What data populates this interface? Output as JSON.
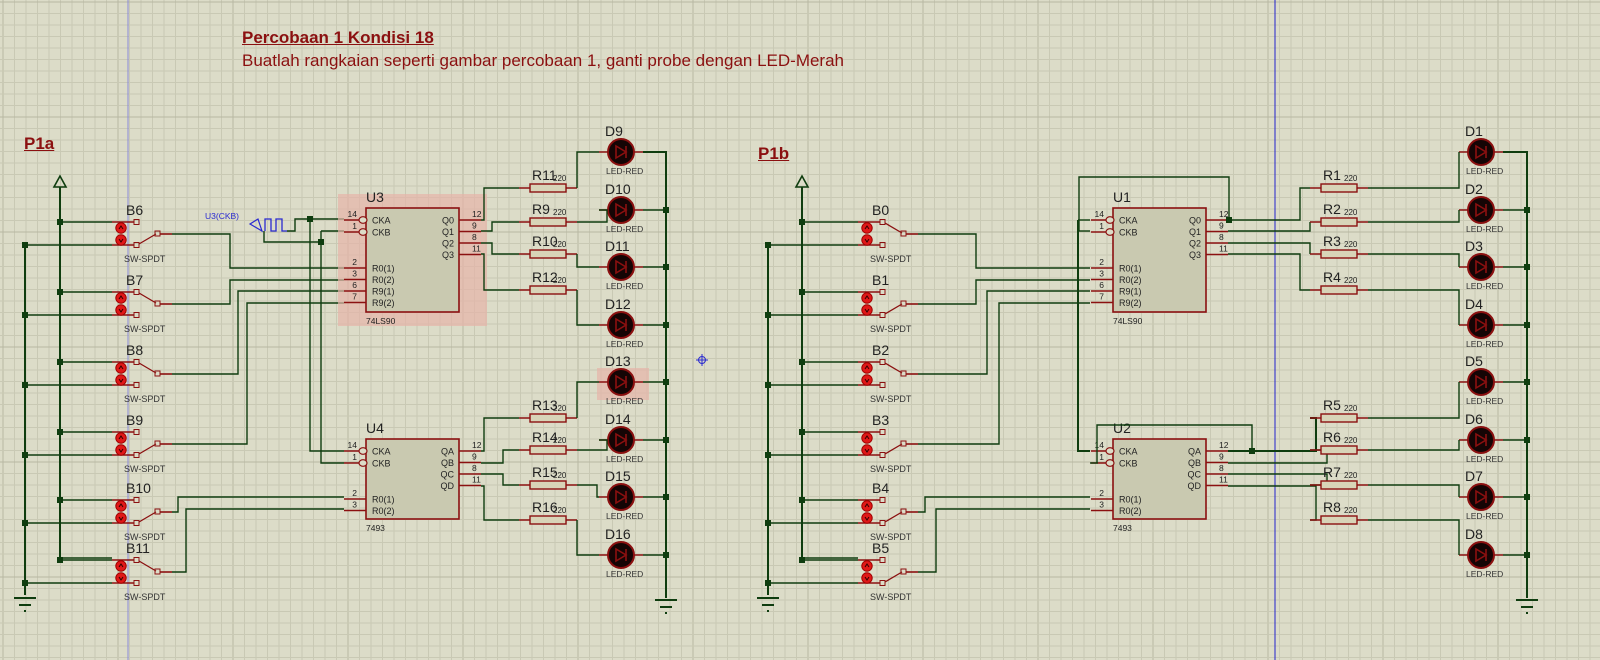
{
  "header": {
    "title": "Percobaan 1 Kondisi 18",
    "subtitle": "Buatlah rangkaian seperti gambar percobaan 1, ganti probe dengan LED-Merah"
  },
  "colors": {
    "background": "#dcdcc8",
    "grid_minor": "#c9c9b4",
    "grid_major": "#b8b8a2",
    "wire": "#0f3d0f",
    "component": "#8b1010",
    "chip_fill": "#c9c9b0",
    "led_fill": "#150505",
    "resistor_fill": "#d8d4b8",
    "text": "#222222",
    "probe": "#2a2ad0",
    "selection": "#e6b4a8"
  },
  "sections": [
    {
      "id": "P1a",
      "label": "P1a",
      "switches": [
        {
          "ref": "B6",
          "type": "SW-SPDT",
          "state": "down"
        },
        {
          "ref": "B7",
          "type": "SW-SPDT",
          "state": "up"
        },
        {
          "ref": "B8",
          "type": "SW-SPDT",
          "state": "up"
        },
        {
          "ref": "B9",
          "type": "SW-SPDT",
          "state": "down"
        },
        {
          "ref": "B10",
          "type": "SW-SPDT",
          "state": "down"
        },
        {
          "ref": "B11",
          "type": "SW-SPDT",
          "state": "up"
        }
      ],
      "chips": [
        {
          "ref": "U3",
          "part": "74LS90",
          "selected": true,
          "left_pins": [
            {
              "num": "14",
              "name": "CKA",
              "inv": true
            },
            {
              "num": "1",
              "name": "CKB",
              "inv": true
            },
            {
              "num": "2",
              "name": "R0(1)"
            },
            {
              "num": "3",
              "name": "R0(2)"
            },
            {
              "num": "6",
              "name": "R9(1)"
            },
            {
              "num": "7",
              "name": "R9(2)"
            }
          ],
          "right_pins": [
            {
              "num": "12",
              "name": "Q0"
            },
            {
              "num": "9",
              "name": "Q1"
            },
            {
              "num": "8",
              "name": "Q2"
            },
            {
              "num": "11",
              "name": "Q3"
            }
          ]
        },
        {
          "ref": "U4",
          "part": "7493",
          "selected": false,
          "left_pins": [
            {
              "num": "14",
              "name": "CKA",
              "inv": true
            },
            {
              "num": "1",
              "name": "CKB",
              "inv": true
            },
            {
              "num": "2",
              "name": "R0(1)"
            },
            {
              "num": "3",
              "name": "R0(2)"
            }
          ],
          "right_pins": [
            {
              "num": "12",
              "name": "QA"
            },
            {
              "num": "9",
              "name": "QB"
            },
            {
              "num": "8",
              "name": "QC"
            },
            {
              "num": "11",
              "name": "QD"
            }
          ]
        }
      ],
      "resistors": [
        {
          "ref": "R11",
          "value": "220"
        },
        {
          "ref": "R9",
          "value": "220"
        },
        {
          "ref": "R10",
          "value": "220"
        },
        {
          "ref": "R12",
          "value": "220"
        },
        {
          "ref": "R13",
          "value": "220"
        },
        {
          "ref": "R14",
          "value": "220"
        },
        {
          "ref": "R15",
          "value": "220"
        },
        {
          "ref": "R16",
          "value": "220"
        }
      ],
      "leds": [
        {
          "ref": "D9",
          "type": "LED-RED"
        },
        {
          "ref": "D10",
          "type": "LED-RED"
        },
        {
          "ref": "D11",
          "type": "LED-RED"
        },
        {
          "ref": "D12",
          "type": "LED-RED"
        },
        {
          "ref": "D13",
          "type": "LED-RED",
          "selected": true
        },
        {
          "ref": "D14",
          "type": "LED-RED"
        },
        {
          "ref": "D15",
          "type": "LED-RED"
        },
        {
          "ref": "D16",
          "type": "LED-RED"
        }
      ],
      "probe": {
        "label": "U3(CKB)"
      }
    },
    {
      "id": "P1b",
      "label": "P1b",
      "switches": [
        {
          "ref": "B0",
          "type": "SW-SPDT",
          "state": "up"
        },
        {
          "ref": "B1",
          "type": "SW-SPDT",
          "state": "down"
        },
        {
          "ref": "B2",
          "type": "SW-SPDT",
          "state": "up"
        },
        {
          "ref": "B3",
          "type": "SW-SPDT",
          "state": "down"
        },
        {
          "ref": "B4",
          "type": "SW-SPDT",
          "state": "down"
        },
        {
          "ref": "B5",
          "type": "SW-SPDT",
          "state": "down"
        }
      ],
      "chips": [
        {
          "ref": "U1",
          "part": "74LS90",
          "selected": false,
          "left_pins": [
            {
              "num": "14",
              "name": "CKA",
              "inv": true
            },
            {
              "num": "1",
              "name": "CKB",
              "inv": true
            },
            {
              "num": "2",
              "name": "R0(1)"
            },
            {
              "num": "3",
              "name": "R0(2)"
            },
            {
              "num": "6",
              "name": "R9(1)"
            },
            {
              "num": "7",
              "name": "R9(2)"
            }
          ],
          "right_pins": [
            {
              "num": "12",
              "name": "Q0"
            },
            {
              "num": "9",
              "name": "Q1"
            },
            {
              "num": "8",
              "name": "Q2"
            },
            {
              "num": "11",
              "name": "Q3"
            }
          ]
        },
        {
          "ref": "U2",
          "part": "7493",
          "selected": false,
          "left_pins": [
            {
              "num": "14",
              "name": "CKA",
              "inv": true
            },
            {
              "num": "1",
              "name": "CKB",
              "inv": true
            },
            {
              "num": "2",
              "name": "R0(1)"
            },
            {
              "num": "3",
              "name": "R0(2)"
            }
          ],
          "right_pins": [
            {
              "num": "12",
              "name": "QA"
            },
            {
              "num": "9",
              "name": "QB"
            },
            {
              "num": "8",
              "name": "QC"
            },
            {
              "num": "11",
              "name": "QD"
            }
          ]
        }
      ],
      "resistors": [
        {
          "ref": "R1",
          "value": "220"
        },
        {
          "ref": "R2",
          "value": "220"
        },
        {
          "ref": "R3",
          "value": "220"
        },
        {
          "ref": "R4",
          "value": "220"
        },
        {
          "ref": "R5",
          "value": "220"
        },
        {
          "ref": "R6",
          "value": "220"
        },
        {
          "ref": "R7",
          "value": "220"
        },
        {
          "ref": "R8",
          "value": "220"
        }
      ],
      "leds": [
        {
          "ref": "D1",
          "type": "LED-RED"
        },
        {
          "ref": "D2",
          "type": "LED-RED"
        },
        {
          "ref": "D3",
          "type": "LED-RED"
        },
        {
          "ref": "D4",
          "type": "LED-RED"
        },
        {
          "ref": "D5",
          "type": "LED-RED"
        },
        {
          "ref": "D6",
          "type": "LED-RED"
        },
        {
          "ref": "D7",
          "type": "LED-RED"
        },
        {
          "ref": "D8",
          "type": "LED-RED"
        }
      ]
    }
  ]
}
